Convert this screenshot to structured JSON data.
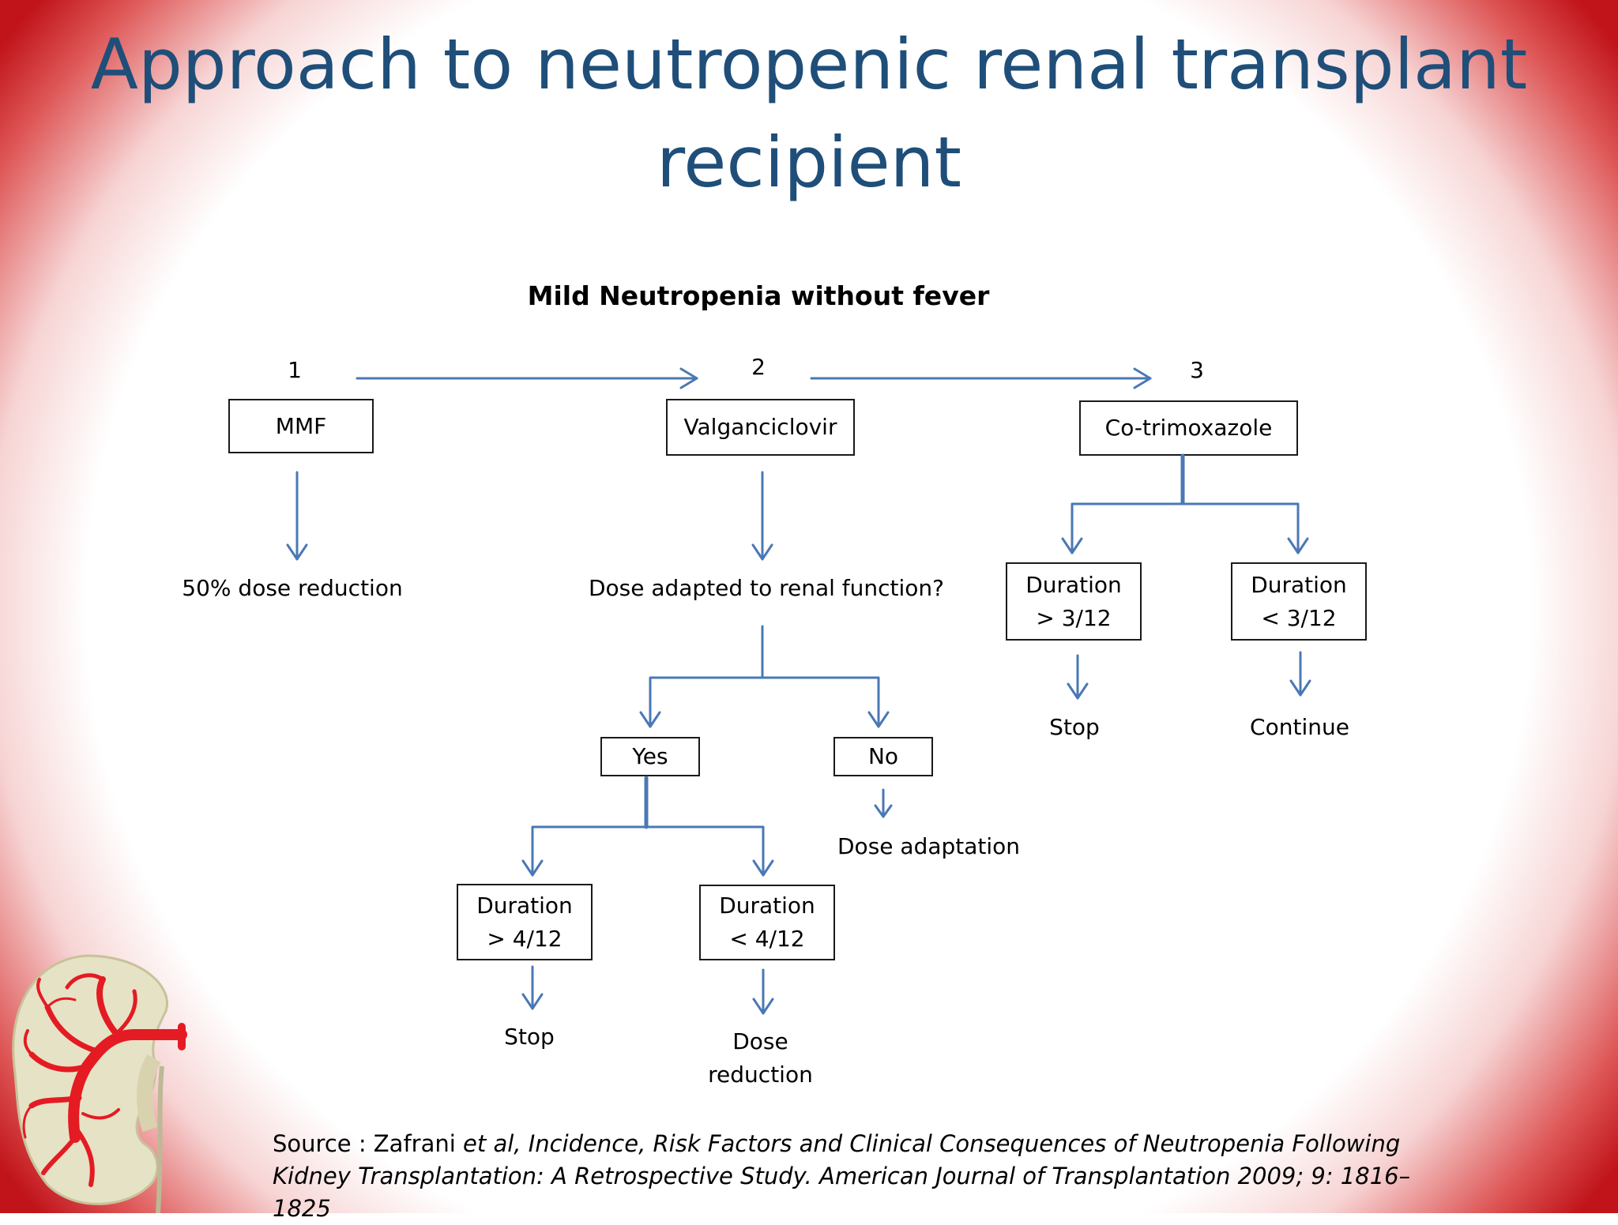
{
  "title": "Approach to neutropenic renal transplant recipient",
  "subtitle": "Mild Neutropenia without fever",
  "colors": {
    "title": "#1f4e79",
    "arrow": "#4a78b5",
    "border_red": "#c0141a"
  },
  "steps": [
    {
      "number": "1",
      "drug": "MMF",
      "outcome": "50% dose reduction"
    },
    {
      "number": "2",
      "drug": "Valganciclovir",
      "question": "Dose adapted to renal function?"
    },
    {
      "number": "3",
      "drug": "Co-trimoxazole"
    }
  ],
  "valganciclovir": {
    "yes": "Yes",
    "no": "No",
    "no_outcome": "Dose adaptation",
    "long": {
      "line1": "Duration",
      "line2": "> 4/12",
      "outcome": "Stop"
    },
    "short": {
      "line1": "Duration",
      "line2": "< 4/12",
      "outcome_line1": "Dose",
      "outcome_line2": "reduction"
    }
  },
  "cotrimoxazole": {
    "long": {
      "line1": "Duration",
      "line2": "> 3/12",
      "outcome": "Stop"
    },
    "short": {
      "line1": "Duration",
      "line2": "< 3/12",
      "outcome": "Continue"
    }
  },
  "source": {
    "prefix": "Source : Zafrani ",
    "etal": "et al,",
    "rest": " Incidence, Risk Factors and Clinical Consequences of Neutropenia Following Kidney Transplantation: A Retrospective Study. American Journal of Transplantation 2009; 9: 1816–1825"
  },
  "logo_icon": "kidney-icon"
}
